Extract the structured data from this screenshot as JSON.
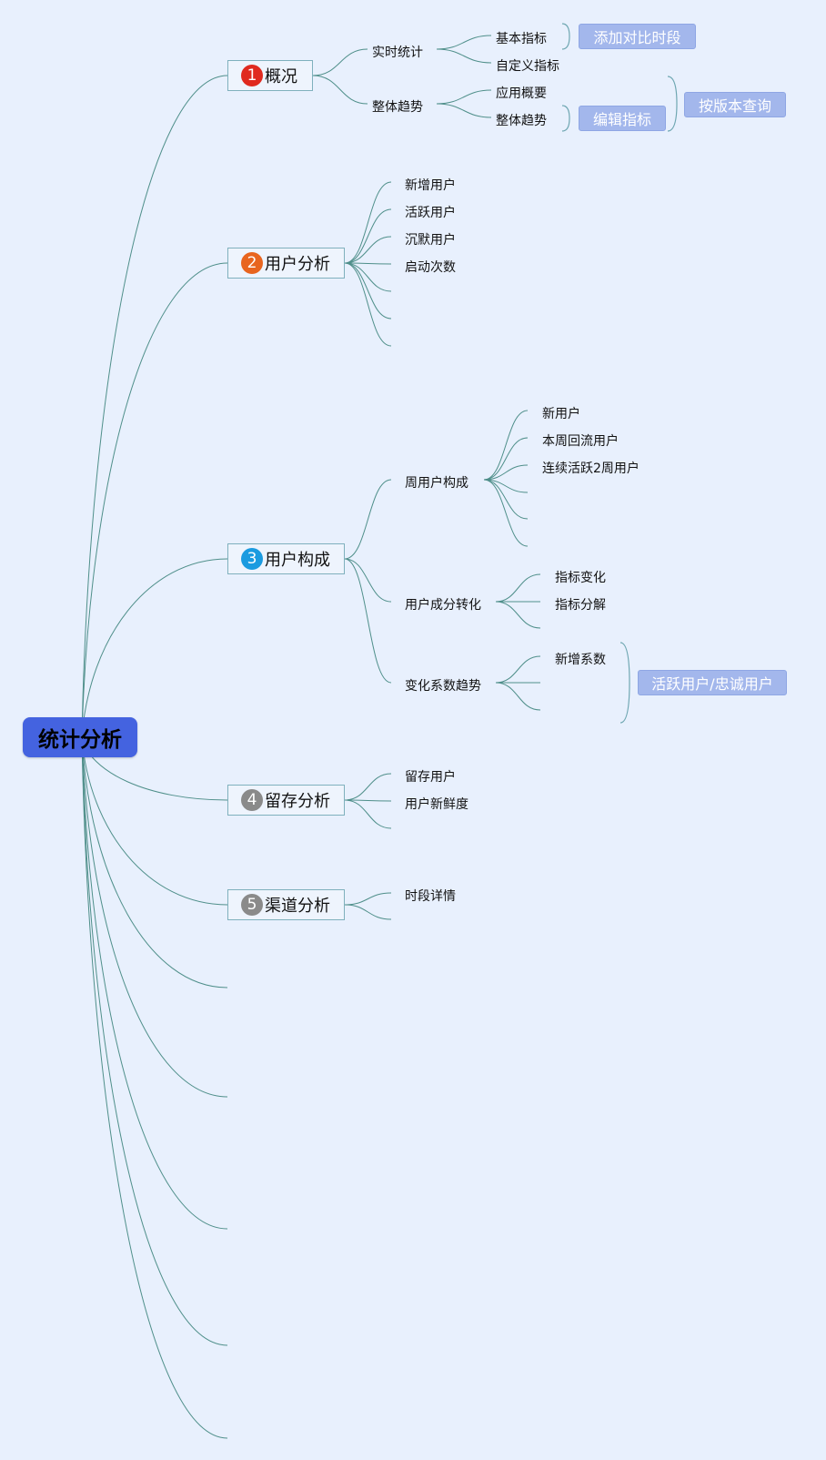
{
  "root": {
    "label": "统计分析"
  },
  "branches": [
    {
      "number": "1",
      "label": "概况",
      "badge_color": "#e02a1f"
    },
    {
      "number": "2",
      "label": "用户分析",
      "badge_color": "#e8651f"
    },
    {
      "number": "3",
      "label": "用户构成",
      "badge_color": "#1b9be0"
    },
    {
      "number": "4",
      "label": "留存分析",
      "badge_color": "#8a8a8a"
    },
    {
      "number": "5",
      "label": "渠道分析",
      "badge_color": "#8a8a8a"
    }
  ],
  "overview": {
    "realtime": "实时统计",
    "basic_metrics": "基本指标",
    "custom_metrics": "自定义指标",
    "trend": "整体趋势",
    "app_overview": "应用概要",
    "overall_trend": "整体趋势",
    "tag_compare": "添加对比时段",
    "tag_edit": "编辑指标",
    "tag_version": "按版本查询"
  },
  "user_analysis": {
    "items": [
      "新增用户",
      "活跃用户",
      "沉默用户",
      "启动次数"
    ]
  },
  "composition": {
    "weekly": "周用户构成",
    "weekly_items": [
      "新用户",
      "本周回流用户",
      "连续活跃2周用户"
    ],
    "conversion": "用户成分转化",
    "conversion_items": [
      "指标变化",
      "指标分解"
    ],
    "coef_trend": "变化系数趋势",
    "coef_items": [
      "新增系数"
    ],
    "tag_active_loyal": "活跃用户/忠诚用户"
  },
  "retention": {
    "items": [
      "留存用户",
      "用户新鲜度"
    ]
  },
  "channel": {
    "items": [
      "时段详情"
    ]
  },
  "colors": {
    "line": "#4f8f8a",
    "bracket": "#6fa7b2"
  }
}
